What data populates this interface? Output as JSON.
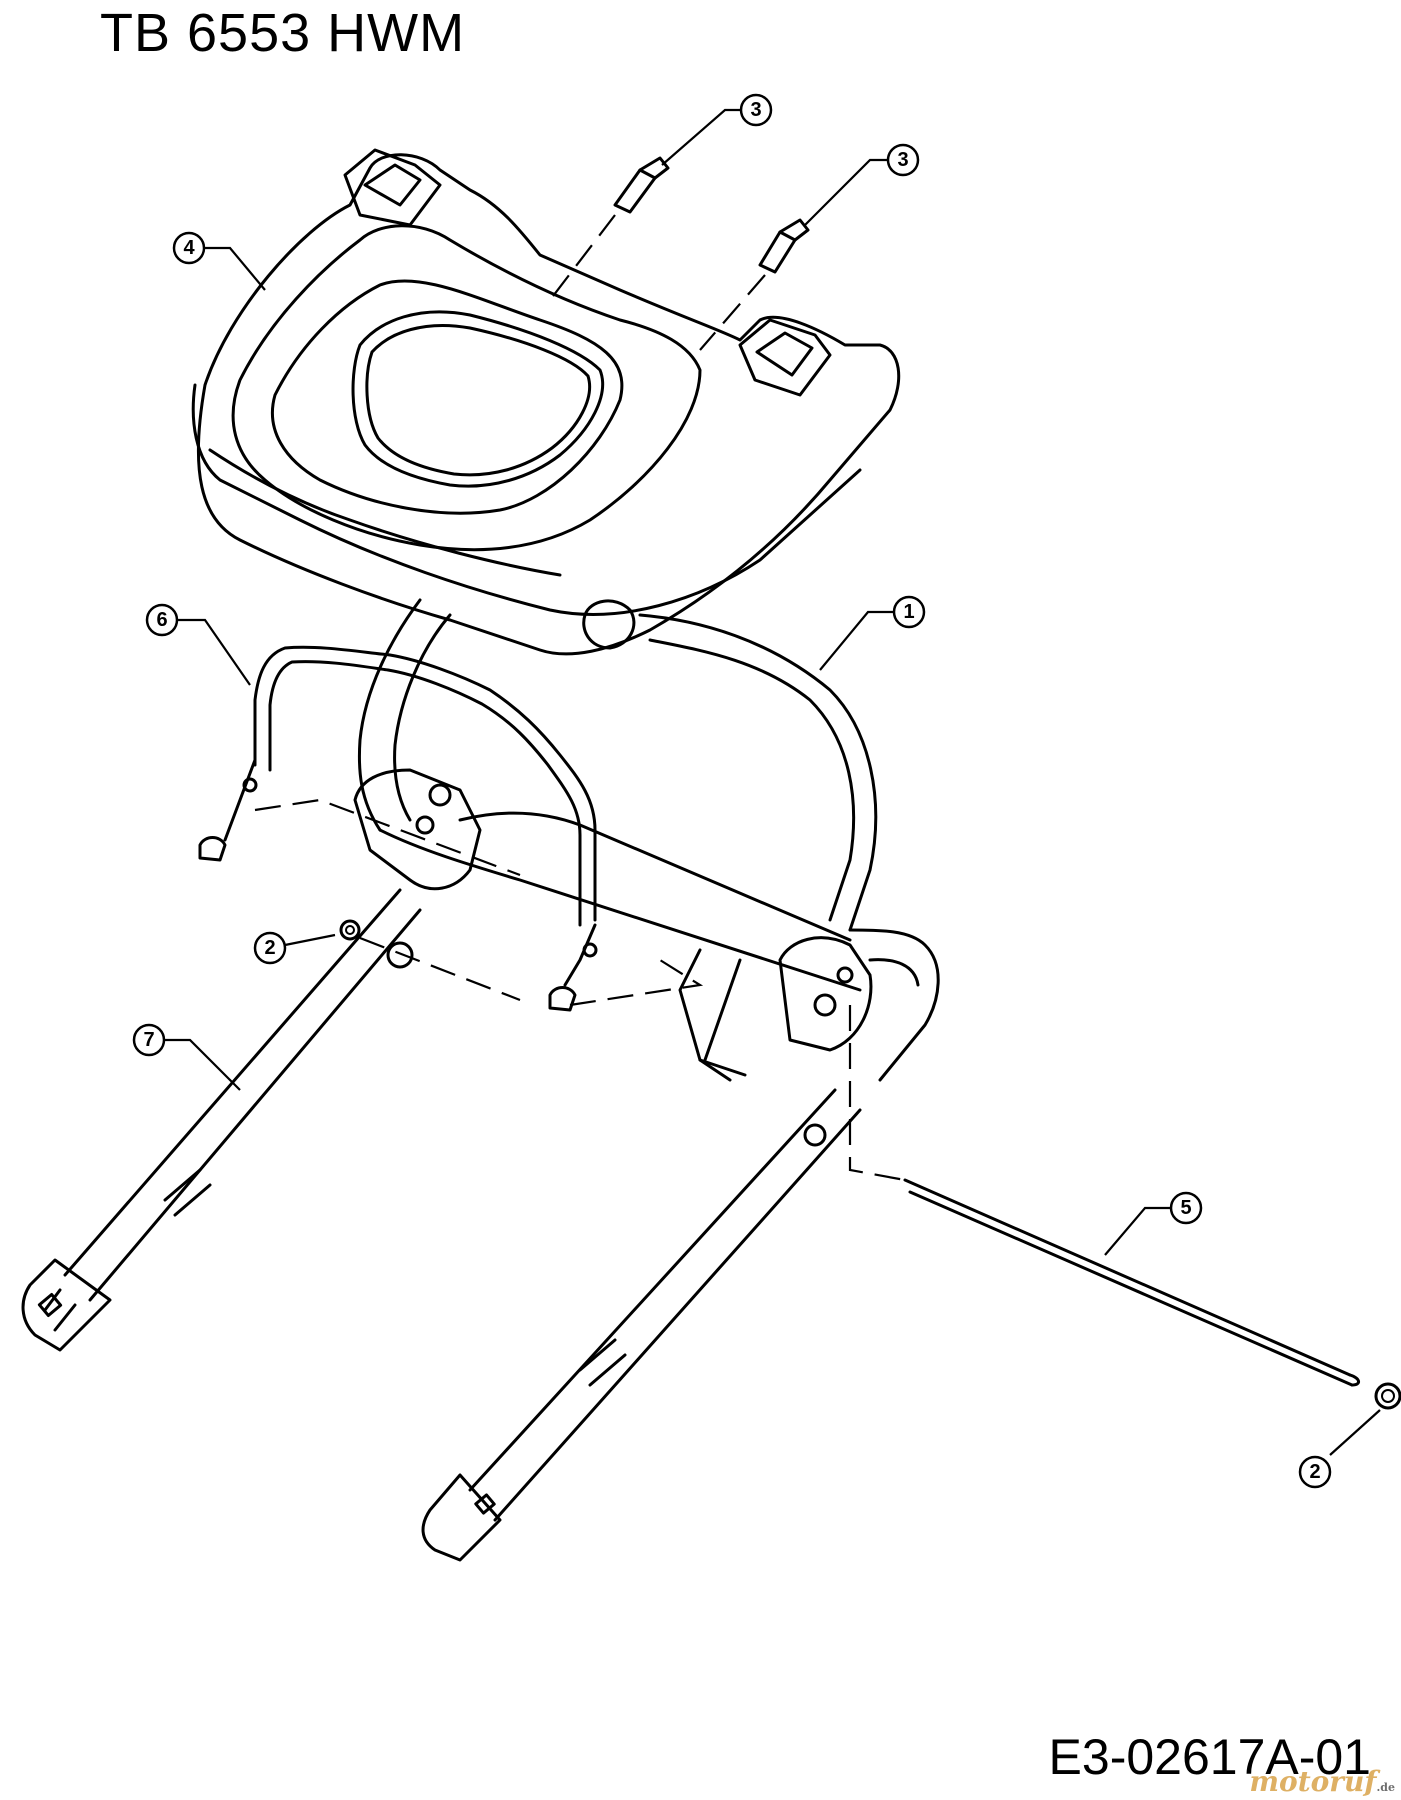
{
  "title": "TB 6553 HWM",
  "drawing_code": "E3-02617A-01",
  "watermark": {
    "brand": "motoruf",
    "suffix": ".de"
  },
  "callouts": [
    "1",
    "2",
    "2",
    "3",
    "3",
    "4",
    "5",
    "6",
    "7"
  ]
}
